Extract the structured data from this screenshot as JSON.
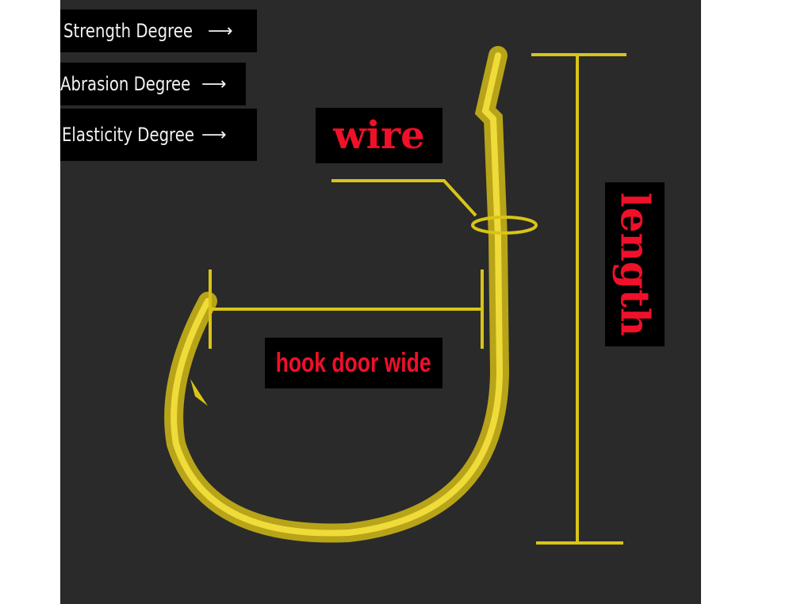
{
  "labels": {
    "strength": "Strength Degree",
    "abrasion": "Abrasion Degree",
    "elasticity": "Elasticity Degree",
    "arrow": "⟶"
  },
  "annotations": {
    "wire": "wire",
    "hook_door_wide": "hook door wide",
    "length": "length"
  },
  "colors": {
    "gold": "#d8c418",
    "annotation_red": "#f0102a",
    "background": "#2a2a2a"
  }
}
